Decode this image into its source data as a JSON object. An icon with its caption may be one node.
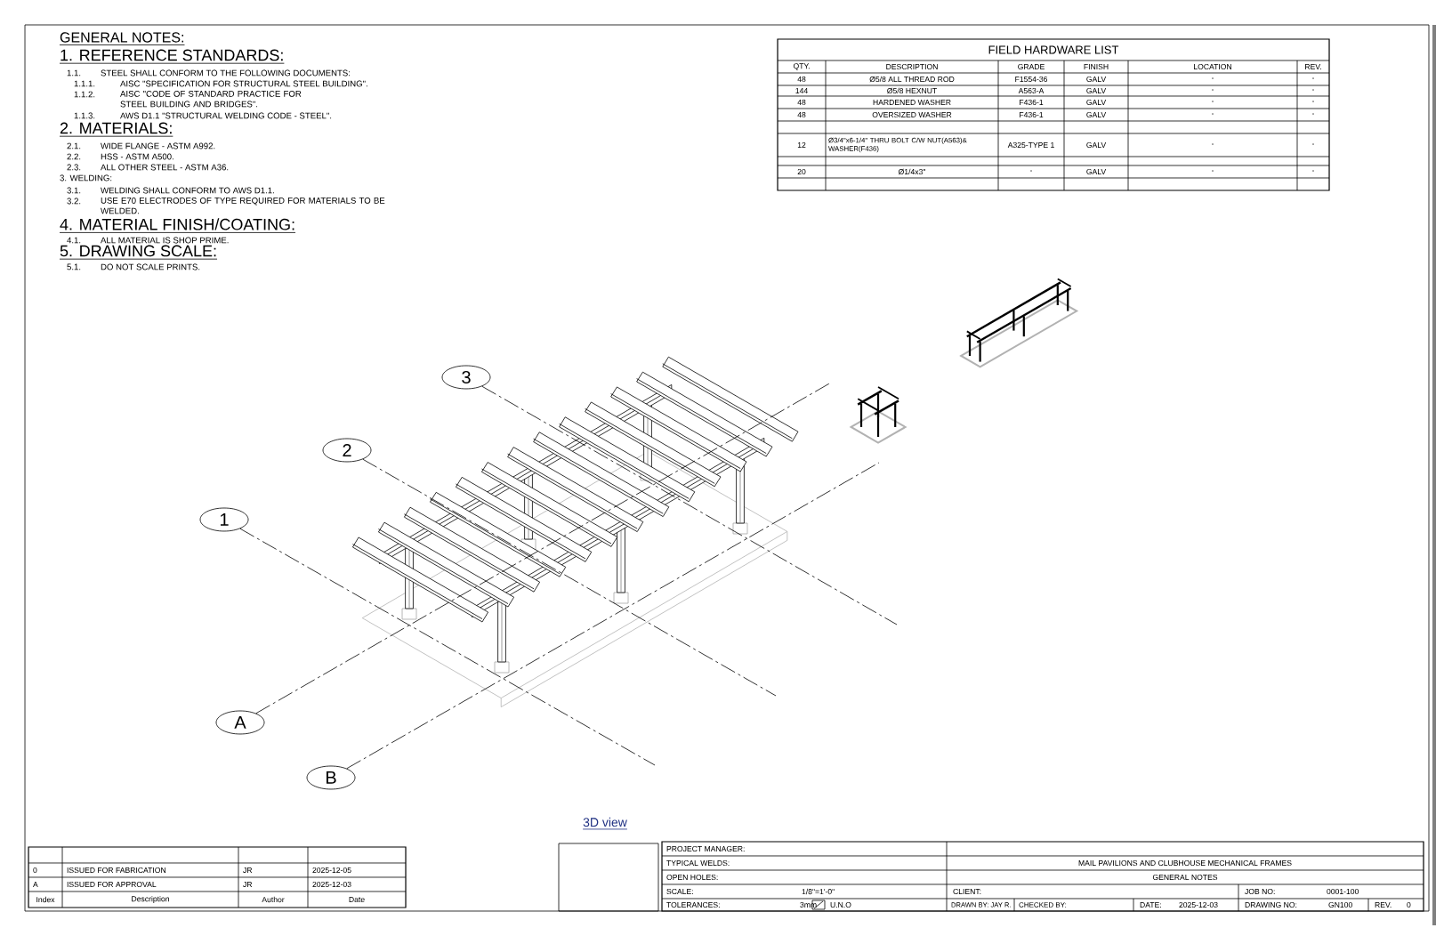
{
  "diagram": {
    "nodes": [
      {
        "text": [
          "1"
        ]
      },
      {
        "text": [
          "2"
        ]
      },
      {
        "text": [
          "3"
        ]
      },
      {
        "text": [
          "A"
        ]
      },
      {
        "text": [
          "B"
        ]
      }
    ],
    "edges": [
      {
        "from": 0,
        "to": null,
        "arrow": "none",
        "style": "dashed"
      },
      {
        "from": 1,
        "to": null,
        "arrow": "none",
        "style": "dashed"
      },
      {
        "from": 2,
        "to": null,
        "arrow": "none",
        "style": "dashed"
      },
      {
        "from": 3,
        "to": null,
        "arrow": "none",
        "style": "dashed"
      },
      {
        "from": 4,
        "to": null,
        "arrow": "none",
        "style": "dashed"
      }
    ],
    "labels": [
      "GENERAL NOTES:",
      "1. REFERENCE STANDARDS:",
      "1.1.",
      "STEEL SHALL CONFORM TO THE FOLLOWING DOCUMENTS:",
      "1.1.1.",
      "AISC \"SPECIFICATION FOR STRUCTURAL STEEL BUILDING\".",
      "1.1.2.",
      "AISC \"CODE OF STANDARD PRACTICE FOR STEEL BUILDING AND BRIDGES\".",
      "1.1.3.",
      "AWS D1.1 \"STRUCTURAL WELDING CODE - STEEL\".",
      "2. MATERIALS:",
      "2.1.",
      "WIDE FLANGE - ASTM A992.",
      "2.2.",
      "HSS - ASTM A500.",
      "2.3.",
      "ALL OTHER STEEL - ASTM A36.",
      "3. WELDING:",
      "3.1.",
      "WELDING SHALL CONFORM TO AWS D1.1.",
      "3.2.",
      "USE E70 ELECTRODES OF TYPE REQUIRED FOR MATERIALS TO BE WELDED.",
      "4. MATERIAL FINISH/COATING:",
      "4.1.",
      "ALL MATERIAL IS SHOP PRIME.",
      "5. DRAWING SCALE:",
      "5.1.",
      "DO NOT SCALE PRINTS.",
      "3D view",
      "FIELD HARDWARE LIST",
      "QTY.",
      "DESCRIPTION",
      "GRADE",
      "FINISH",
      "LOCATION",
      "REV.",
      "48",
      "Ø5/8 ALL THREAD ROD",
      "F1554-36",
      "GALV",
      "-",
      "-",
      "144",
      "Ø5/8 HEXNUT",
      "A563-A",
      "GALV",
      "-",
      "-",
      "48",
      "HARDENED WASHER",
      "F436-1",
      "GALV",
      "-",
      "-",
      "48",
      "OVERSIZED WASHER",
      "F436-1",
      "GALV",
      "-",
      "-",
      "12",
      "Ø3/4\"x6-1/4\" THRU BOLT C/W NUT(A563)& WASHER(F436)",
      "A325-TYPE 1",
      "GALV",
      "-",
      "-",
      "20",
      "Ø1/4x3\"",
      "-",
      "GALV",
      "-",
      "-",
      "0",
      "ISSUED FOR FABRICATION",
      "JR",
      "2025-12-05",
      "A",
      "ISSUED FOR APPROVAL",
      "JR",
      "2025-12-03",
      "Index",
      "Description",
      "Author",
      "Date",
      "PROJECT MANAGER:",
      "TYPICAL WELDS:",
      "MAIL PAVILIONS AND CLUBHOUSE MECHANICAL FRAMES",
      "OPEN HOLES:",
      "GENERAL NOTES",
      "SCALE:",
      "1/8\"=1'-0\"",
      "CLIENT:",
      "JOB NO:",
      "0001-100",
      "TOLERANCES:",
      "3mm",
      "U.N.O",
      "DRAWN BY: JAY R.",
      "CHECKED BY:",
      "DATE:",
      "2025-12-03",
      "DRAWING NO:",
      "GN100",
      "REV.",
      "0"
    ]
  }
}
